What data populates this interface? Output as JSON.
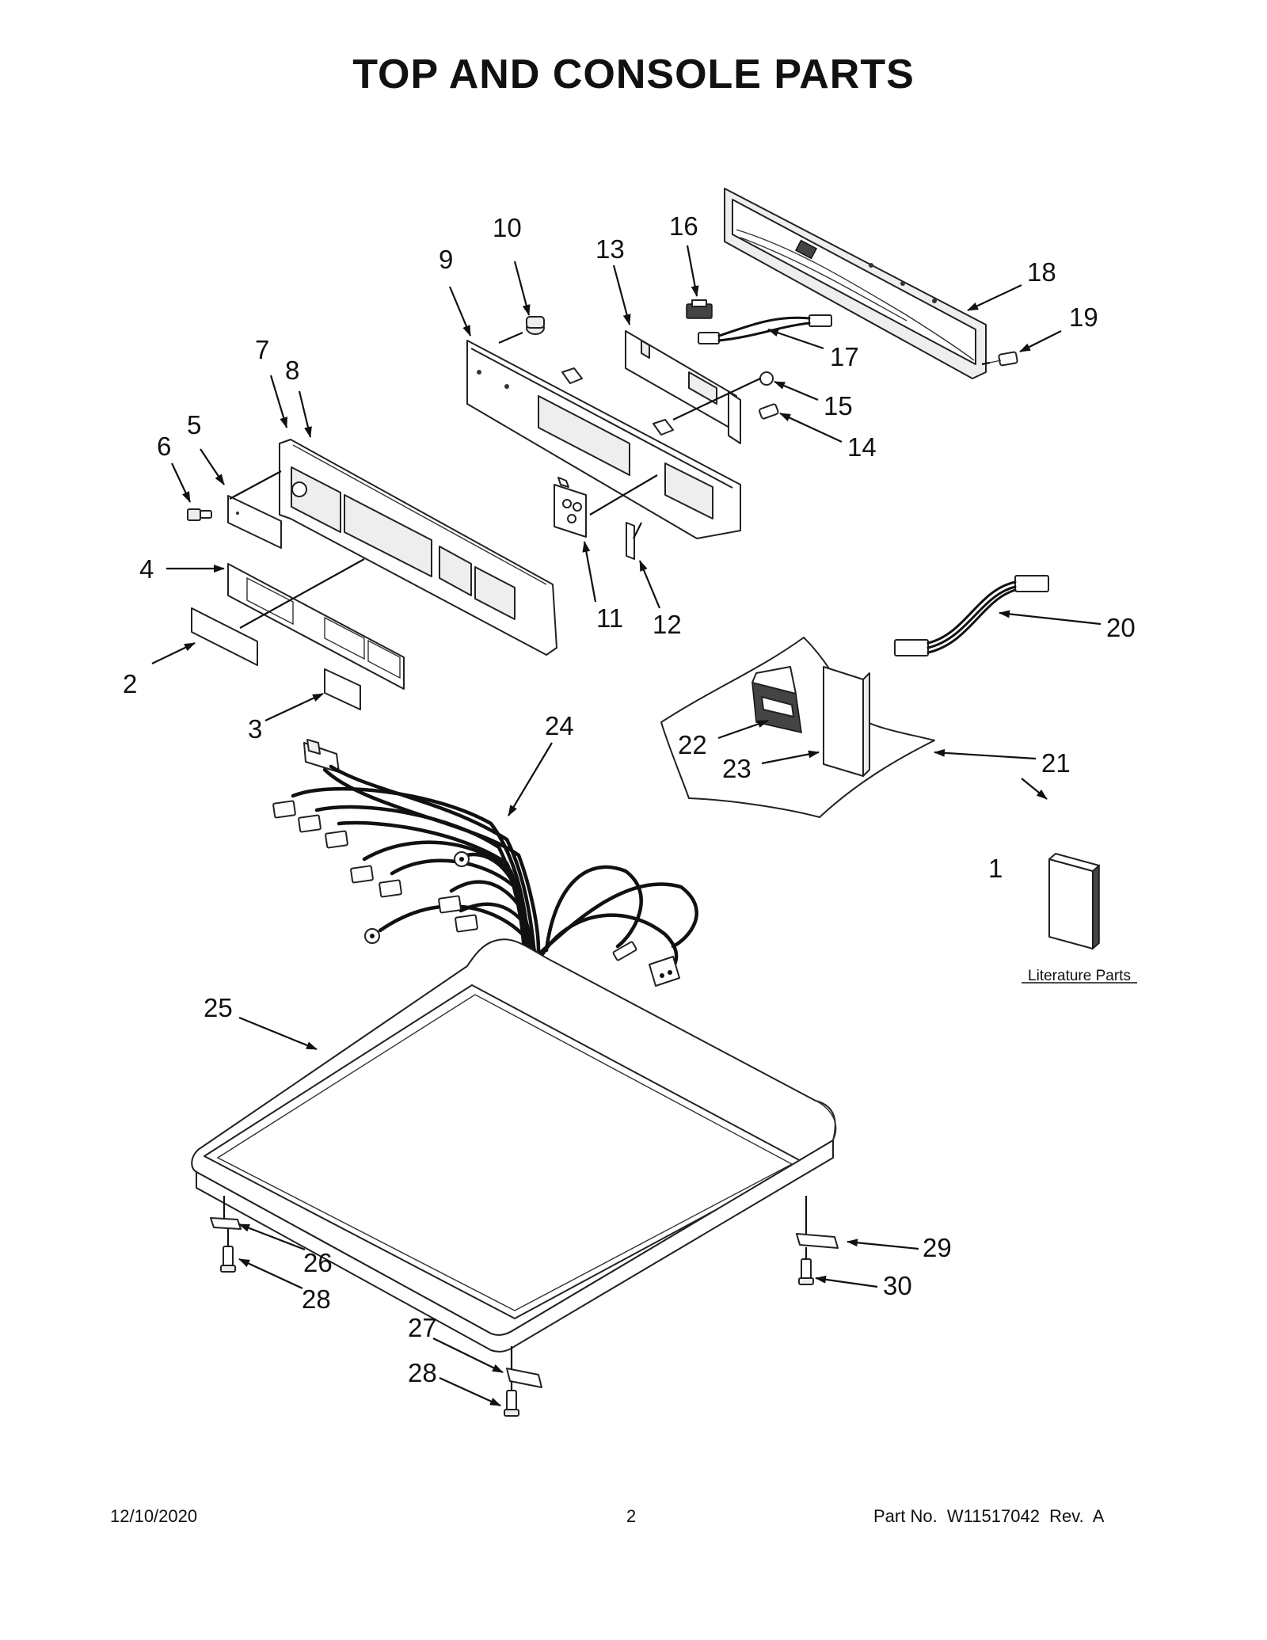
{
  "title": "TOP AND CONSOLE PARTS",
  "callouts": {
    "c1": "1",
    "c2": "2",
    "c3": "3",
    "c4": "4",
    "c5": "5",
    "c6": "6",
    "c7": "7",
    "c8": "8",
    "c9": "9",
    "c10": "10",
    "c11": "11",
    "c12": "12",
    "c13": "13",
    "c14": "14",
    "c15": "15",
    "c16": "16",
    "c17": "17",
    "c18": "18",
    "c19": "19",
    "c20": "20",
    "c21": "21",
    "c22": "22",
    "c23": "23",
    "c24": "24",
    "c25": "25",
    "c26": "26",
    "c27": "27",
    "c28a": "28",
    "c28b": "28",
    "c29": "29",
    "c30": "30"
  },
  "literature_label": "Literature Parts",
  "footer": {
    "date": "12/10/2020",
    "page": "2",
    "part_no": "Part No.  W11517042  Rev.  A"
  }
}
